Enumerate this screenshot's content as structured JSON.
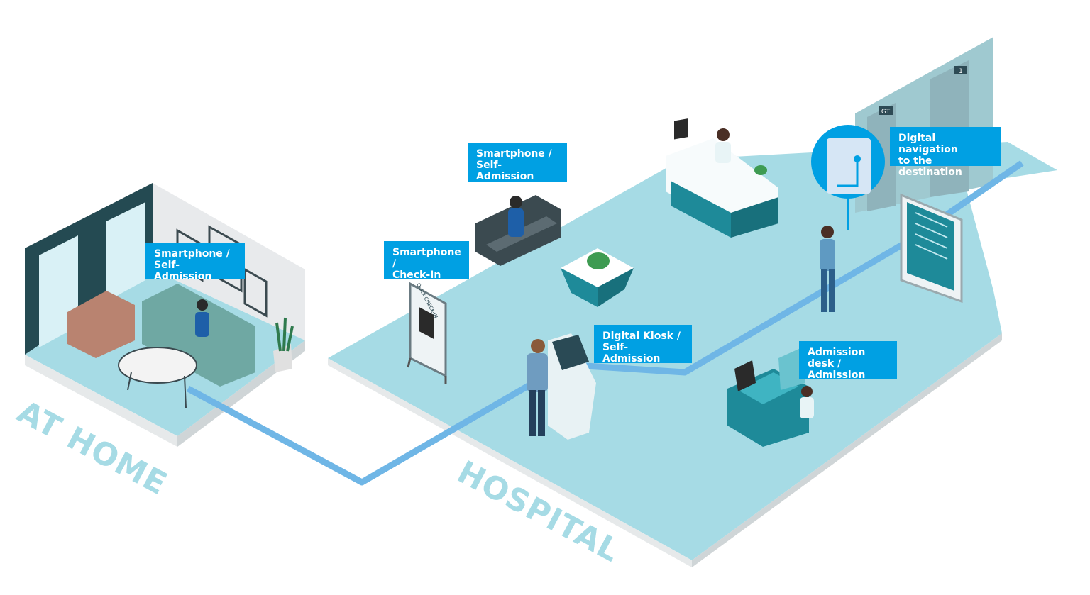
{
  "zones": {
    "home": "AT HOME",
    "hospital": "HOSPITAL"
  },
  "callouts": {
    "home_smartphone": [
      "Smartphone /",
      "Self-Admission"
    ],
    "checkin": [
      "Smartphone /",
      "Check-In"
    ],
    "waiting_smartphone": [
      "Smartphone /",
      "Self-Admission"
    ],
    "kiosk": [
      "Digital Kiosk /",
      "Self-Admission"
    ],
    "admission_desk": [
      "Admission desk /",
      "Admission"
    ],
    "navigation": [
      "Digital navigation",
      "to the destination"
    ]
  },
  "signage": {
    "qr_stand": "Quick CHECK-IN",
    "elevator_left": "GT",
    "elevator_right": "1"
  },
  "colors": {
    "accent": "#00a0e3",
    "floor": "#a6dbe5",
    "path": "#6fb6e6",
    "furniture_teal": "#1e8a99"
  }
}
